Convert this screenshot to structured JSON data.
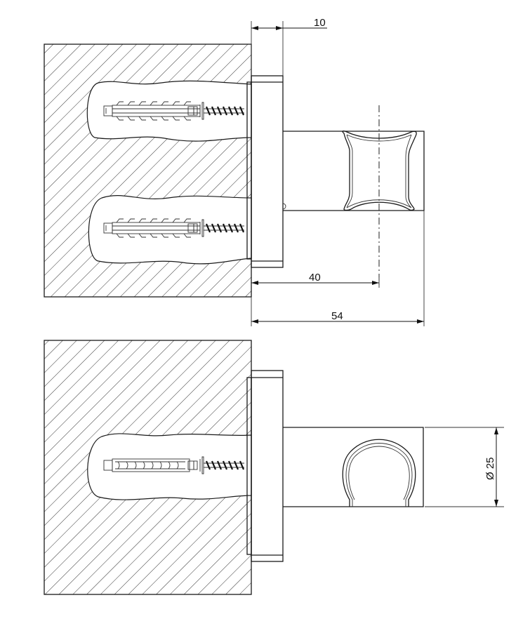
{
  "drawing": {
    "type": "technical-drawing",
    "views": [
      {
        "name": "side-view-top",
        "description": "Wall-mounted shower holder, side section with two wall plugs and screws"
      },
      {
        "name": "side-view-bottom",
        "description": "Wall-mounted shower holder, front view with single wall plug and ring clip"
      }
    ],
    "dimensions": {
      "flange_thickness": "10",
      "center_distance": "40",
      "total_depth": "54",
      "ring_diameter": "Ø 25"
    },
    "colors": {
      "line": "#1a1a1a",
      "background": "#ffffff",
      "hatch": "#333333"
    }
  }
}
